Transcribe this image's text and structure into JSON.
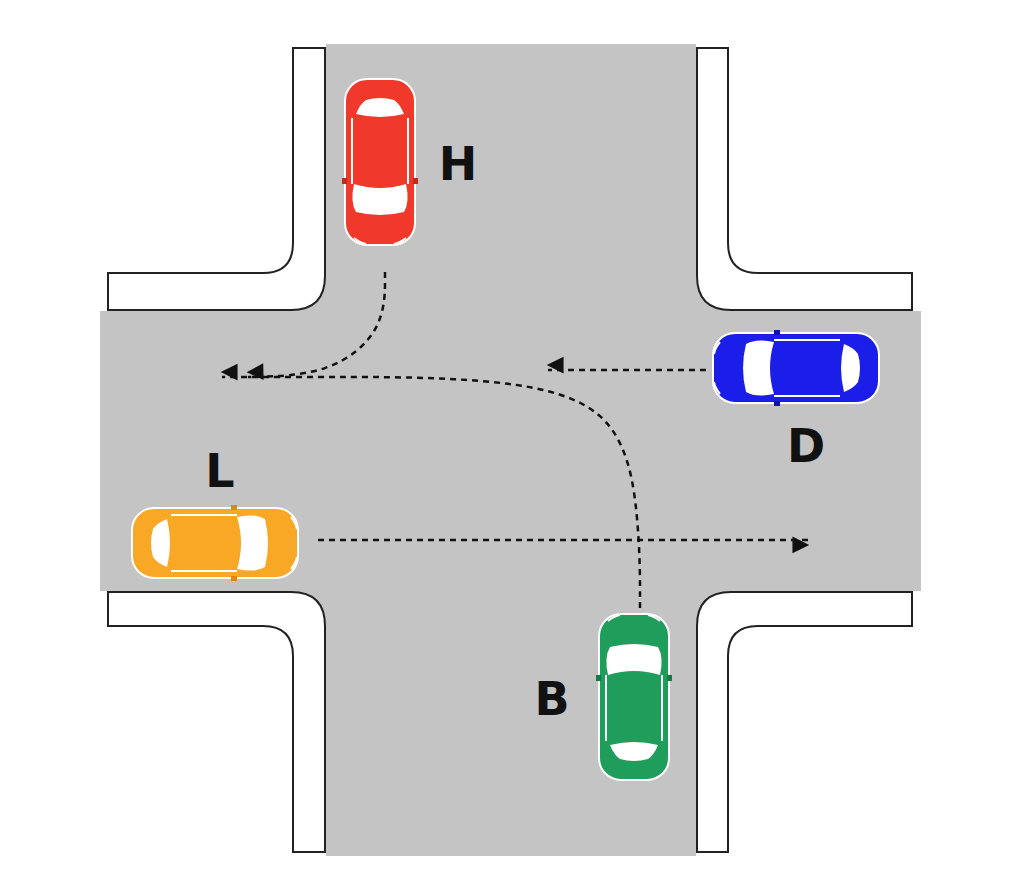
{
  "diagram": {
    "labels": [
      "H",
      "D",
      "L",
      "B"
    ]
  }
}
